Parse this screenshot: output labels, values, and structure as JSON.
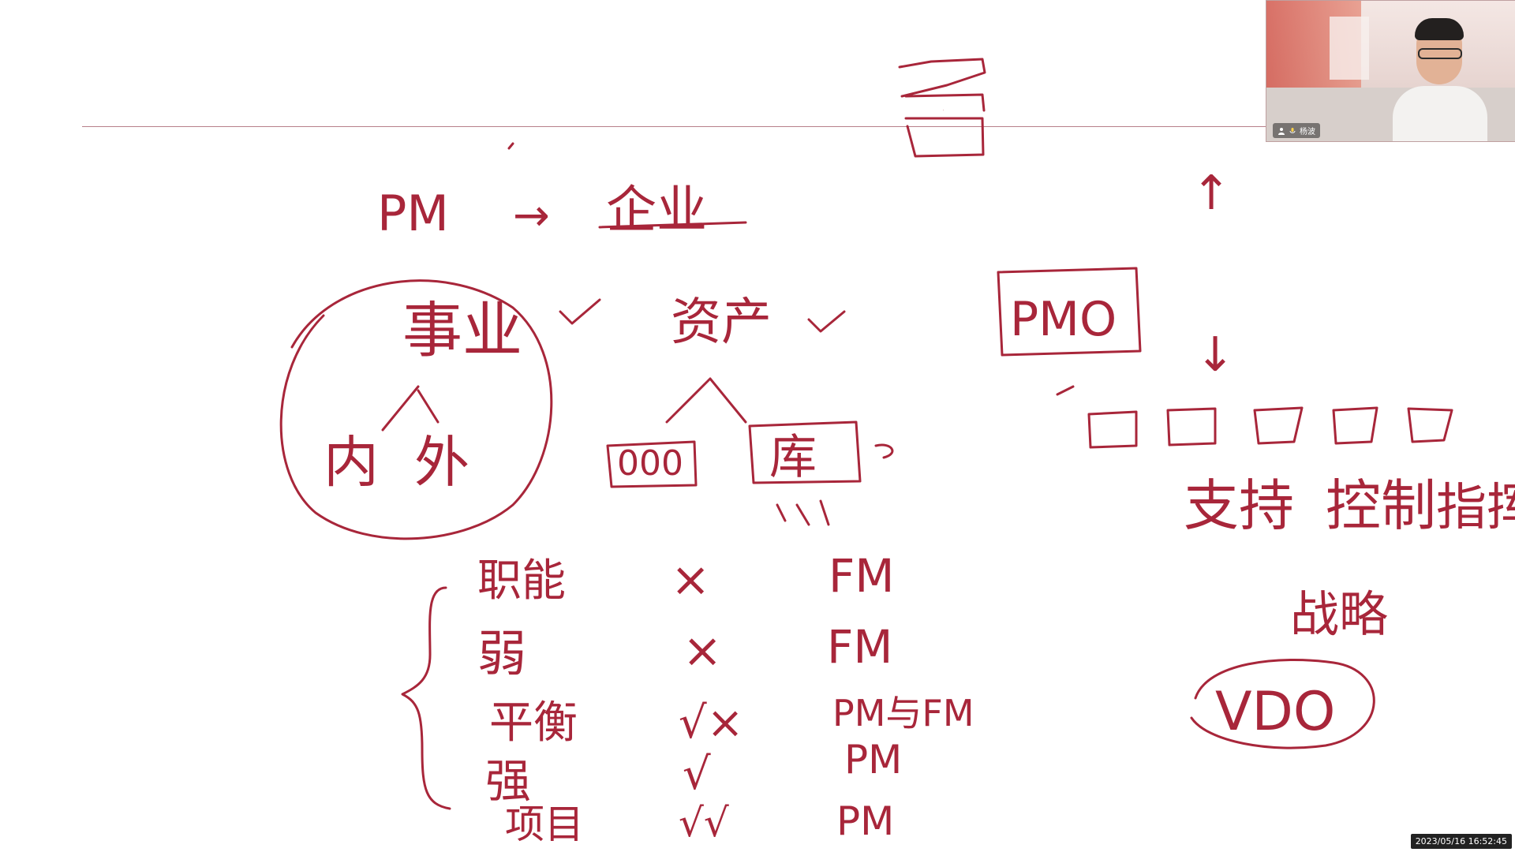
{
  "whiteboard": {
    "top_char": "合",
    "flow": {
      "left": "PM",
      "arrow": "→",
      "right": "企业"
    },
    "circle": {
      "title": "事业",
      "left": "内",
      "right": "外"
    },
    "middle": {
      "title": "资产",
      "box": "000",
      "warehouse": "库"
    },
    "pmo": {
      "label": "PMO",
      "up_arrow": "↑",
      "down_arrow": "↓"
    },
    "support_words": [
      "支持",
      "控制",
      "指挥"
    ],
    "strategy_word": "战略",
    "vdo": "VDO",
    "org_types": [
      {
        "name": "职能",
        "mark": "×",
        "manager": "FM"
      },
      {
        "name": "弱",
        "mark": "×",
        "manager": "FM"
      },
      {
        "name": "平衡",
        "mark": "√×",
        "manager": "PM与FM"
      },
      {
        "name": "强",
        "mark": "√",
        "manager": "PM"
      },
      {
        "name": "项目",
        "mark": "√√",
        "manager": "PM"
      }
    ]
  },
  "webcam": {
    "user_name": "杨波"
  },
  "timestamp": "2023/05/16 16:52:45",
  "colors": {
    "ink": "#a8263a",
    "background": "#ffffff"
  }
}
